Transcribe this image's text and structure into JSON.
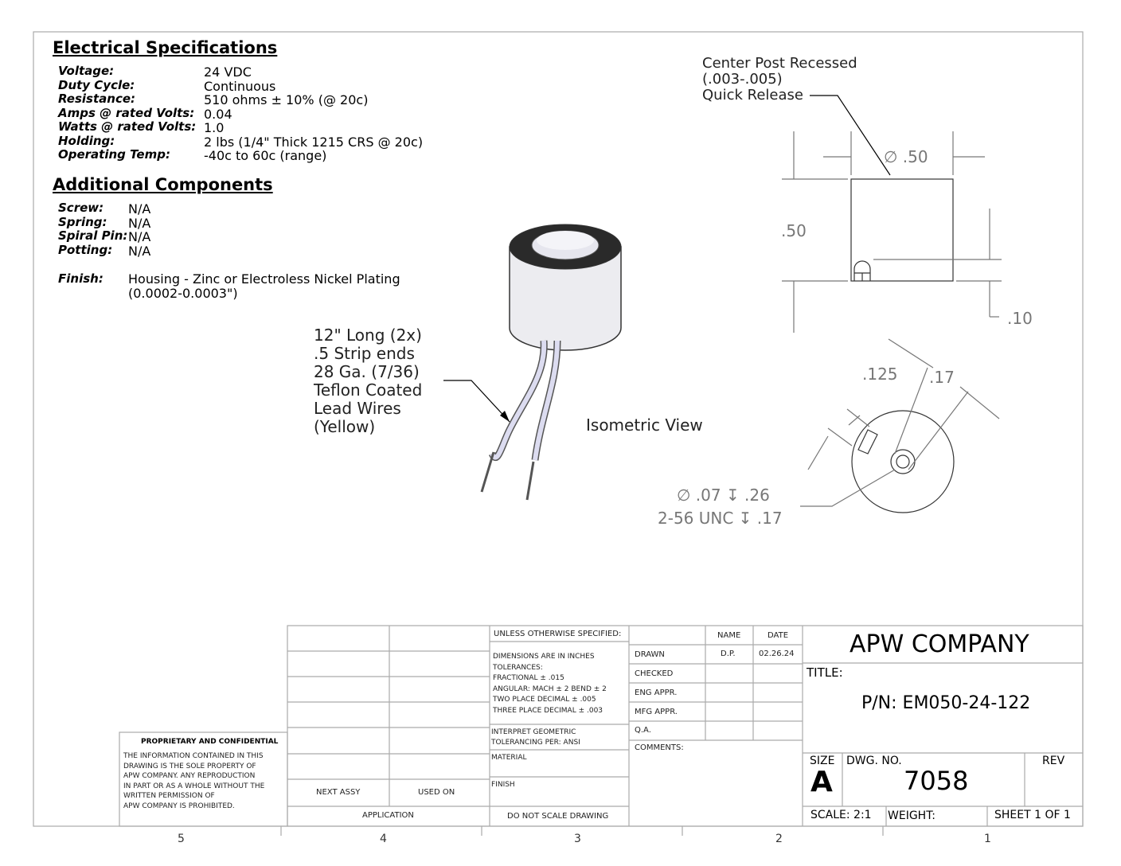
{
  "electrical": {
    "heading": "Electrical Specifications",
    "rows": [
      {
        "label": "Voltage:",
        "value": "24 VDC"
      },
      {
        "label": "Duty Cycle:",
        "value": "Continuous"
      },
      {
        "label": "Resistance:",
        "value": "510 ohms ± 10% (@ 20c)"
      },
      {
        "label": "Amps @ rated Volts:",
        "value": "0.04"
      },
      {
        "label": "Watts @ rated Volts:",
        "value": "1.0"
      },
      {
        "label": "Holding:",
        "value": "2 lbs (1/4\" Thick 1215 CRS @ 20c)"
      },
      {
        "label": "Operating Temp:",
        "value": "-40c to 60c (range)"
      }
    ]
  },
  "additional": {
    "heading": "Additional Components",
    "rows": [
      {
        "label": "Screw:",
        "value": "N/A"
      },
      {
        "label": "Spring:",
        "value": "N/A"
      },
      {
        "label": "Spiral Pin:",
        "value": "N/A"
      },
      {
        "label": "Potting:",
        "value": "N/A"
      }
    ],
    "finish_label": "Finish:",
    "finish_value_1": "Housing - Zinc or Electroless Nickel Plating",
    "finish_value_2": "(0.0002-0.0003\")"
  },
  "notes": {
    "lead_wires": [
      "12\" Long (2x)",
      ".5 Strip ends",
      "28 Ga. (7/36)",
      "Teflon Coated",
      "Lead Wires",
      "(Yellow)"
    ],
    "isometric": "Isometric View",
    "center_post": [
      "Center Post Recessed",
      "(.003-.005)",
      "Quick Release"
    ]
  },
  "dims": {
    "dia": "∅ .50",
    "height": ".50",
    "offset": ".10",
    "d125": ".125",
    "d17": ".17",
    "hole1": "∅ .07 ↧ .26",
    "hole2": "2-56 UNC ↧ .17"
  },
  "title_block": {
    "proprietary_title": "PROPRIETARY AND CONFIDENTIAL",
    "proprietary_text": [
      "THE INFORMATION CONTAINED IN THIS",
      "DRAWING IS THE SOLE PROPERTY OF",
      "APW COMPANY.  ANY  REPRODUCTION",
      "IN PART OR AS A WHOLE WITHOUT THE",
      "WRITTEN PERMISSION OF",
      "APW COMPANY IS PROHIBITED."
    ],
    "next_assy": "NEXT ASSY",
    "used_on": "USED ON",
    "application": "APPLICATION",
    "unless": "UNLESS OTHERWISE SPECIFIED:",
    "tolerances": [
      "DIMENSIONS ARE IN INCHES",
      "TOLERANCES:",
      "FRACTIONAL ± .015",
      "ANGULAR: MACH ± 2    BEND ± 2",
      "TWO PLACE DECIMAL    ± .005",
      "THREE PLACE DECIMAL  ± .003"
    ],
    "interpret": [
      "INTERPRET GEOMETRIC",
      "TOLERANCING PER: ANSI"
    ],
    "material": "MATERIAL",
    "finish": "FINISH",
    "do_not_scale": "DO NOT SCALE DRAWING",
    "name_hdr": "NAME",
    "date_hdr": "DATE",
    "drawn": "DRAWN",
    "drawn_name": "D.P.",
    "drawn_date": "02.26.24",
    "checked": "CHECKED",
    "eng": "ENG APPR.",
    "mfg": "MFG APPR.",
    "qa": "Q.A.",
    "comments": "COMMENTS:",
    "company": "APW COMPANY",
    "title_label": "TITLE:",
    "part_number": "P/N: EM050-24-122",
    "size_label": "SIZE",
    "size": "A",
    "dwg_label": "DWG.  NO.",
    "dwg_no": "7058",
    "rev_label": "REV",
    "scale": "SCALE: 2:1",
    "weight": "WEIGHT:",
    "sheet": "SHEET 1 OF 1"
  },
  "zones": [
    "5",
    "4",
    "3",
    "2",
    "1"
  ]
}
